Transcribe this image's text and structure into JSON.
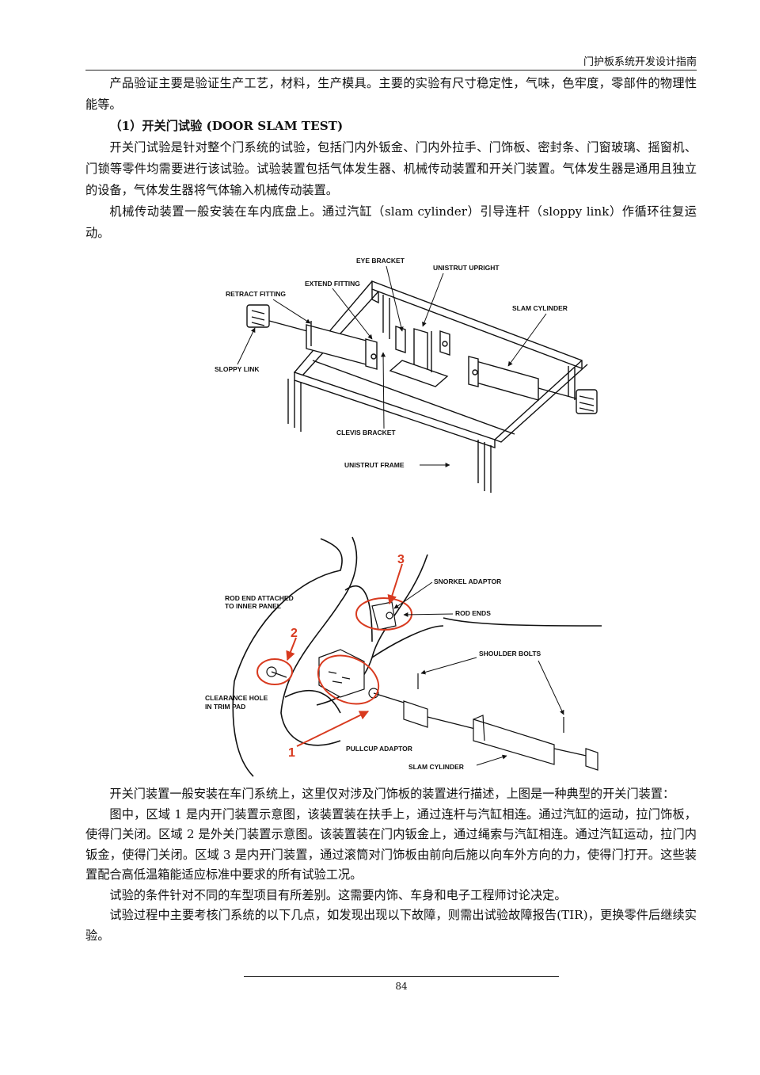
{
  "header": {
    "title": "门护板系统开发设计指南"
  },
  "body": {
    "p1": "产品验证主要是验证生产工艺，材料，生产模具。主要的实验有尺寸稳定性，气味，色牢度，零部件的物理性能等。",
    "heading": "（1）开关门试验  (DOOR SLAM TEST)",
    "p2": "开关门试验是针对整个门系统的试验，包括门内外钣金、门内外拉手、门饰板、密封条、门窗玻璃、摇窗机、门锁等零件均需要进行该试验。试验装置包括气体发生器、机械传动装置和开关门装置。气体发生器是通用且独立的设备，气体发生器将气体输入机械传动装置。",
    "p3": "机械传动装置一般安装在车内底盘上。通过汽缸（slam cylinder）引导连杆（sloppy link）作循环往复运动。"
  },
  "figure1": {
    "labels": {
      "eye_bracket": "EYE BRACKET",
      "unistrut_upright": "UNISTRUT UPRIGHT",
      "extend_fitting": "EXTEND FITTING",
      "retract_fitting": "RETRACT FITTING",
      "slam_cylinder": "SLAM CYLINDER",
      "sloppy_link": "SLOPPY LINK",
      "clevis_bracket": "CLEVIS BRACKET",
      "unistrut_frame": "UNISTRUT FRAME"
    }
  },
  "figure2": {
    "labels": {
      "snorkel_adaptor": "SNORKEL ADAPTOR",
      "rod_end_attached_1": "ROD END ATTACHED",
      "rod_end_attached_2": "TO INNER PANEL",
      "rod_ends": "ROD ENDS",
      "shoulder_bolts": "SHOULDER BOLTS",
      "clearance_hole_1": "CLEARANCE HOLE",
      "clearance_hole_2": "IN TRIM PAD",
      "pullcup_adaptor": "PULLCUP ADAPTOR",
      "slam_cylinder": "SLAM CYLINDER",
      "region_1": "1",
      "region_2": "2",
      "region_3": "3"
    },
    "highlight_color": "#d83a1f"
  },
  "body2": {
    "p4": "开关门装置一般安装在车门系统上，这里仅对涉及门饰板的装置进行描述，上图是一种典型的开关门装置：",
    "p5": "图中，区域 1 是内开门装置示意图，该装置装在扶手上，通过连杆与汽缸相连。通过汽缸的运动，拉门饰板，使得门关闭。区域 2 是外关门装置示意图。该装置装在门内钣金上，通过绳索与汽缸相连。通过汽缸运动，拉门内钣金，使得门关闭。区域 3 是内开门装置，通过滚筒对门饰板由前向后施以向车外方向的力，使得门打开。这些装置配合高低温箱能适应标准中要求的所有试验工况。",
    "p6": "试验的条件针对不同的车型项目有所差别。这需要内饰、车身和电子工程师讨论决定。",
    "p7": "试验过程中主要考核门系统的以下几点，如发现出现以下故障，则需出试验故障报告(TIR)，更换零件后继续实验。"
  },
  "footer": {
    "page_number": "84"
  }
}
